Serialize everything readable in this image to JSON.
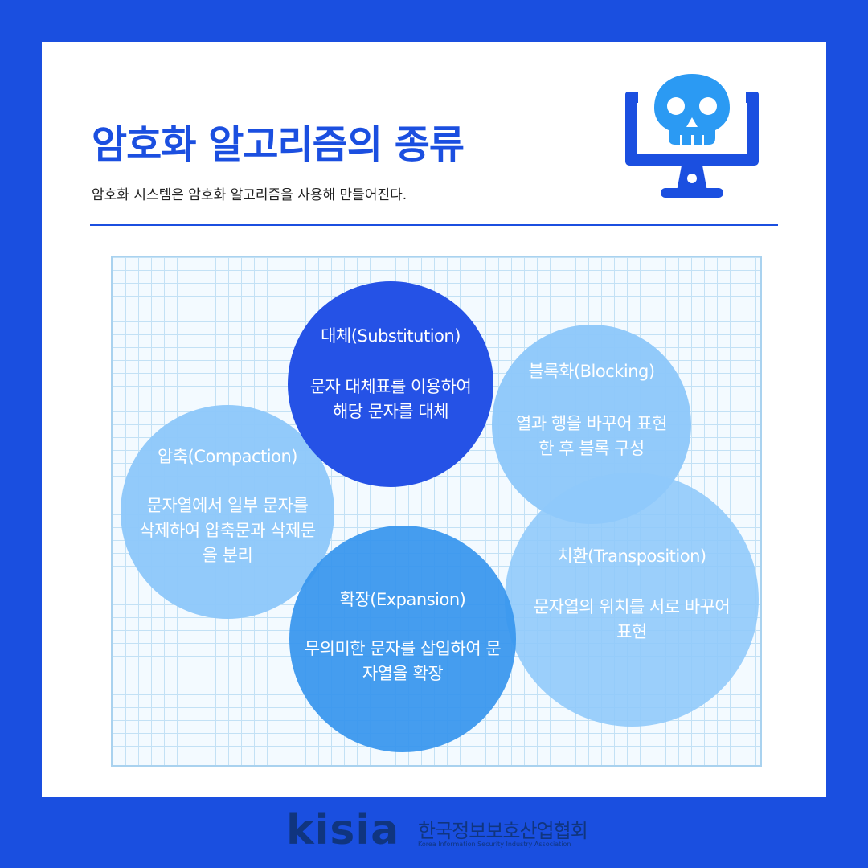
{
  "header": {
    "title": "암호화 알고리즘의 종류",
    "subtitle": "암호화 시스템은 암호화 알고리즘을 사용해 만들어진다.",
    "icon": "skull-monitor-icon"
  },
  "colors": {
    "background": "#1a4fe0",
    "title": "#1b4fe0",
    "dark_circle": "#2552e6",
    "mid_circle": "#3796ee",
    "light_circle": "#8ec8fa"
  },
  "circles": {
    "compaction": {
      "title": "압축(Compaction)",
      "description": "문자열에서 일부 문자를 삭제하여 압축문과 삭제문을 분리"
    },
    "substitution": {
      "title": "대체(Substitution)",
      "description": "문자 대체표를 이용하여 해당 문자를 대체"
    },
    "blocking": {
      "title": "블록화(Blocking)",
      "description": "열과 행을 바꾸어 표현한 후 블록 구성"
    },
    "transposition": {
      "title": "치환(Transposition)",
      "description": "문자열의 위치를 서로 바꾸어 표현"
    },
    "expansion": {
      "title": "확장(Expansion)",
      "description": "무의미한 문자를 삽입하여 문자열을 확장"
    }
  },
  "footer": {
    "logo_text": "kisia",
    "org_name": "한국정보보호산업협회",
    "org_name_en": "Korea Information Security Industry Association"
  }
}
